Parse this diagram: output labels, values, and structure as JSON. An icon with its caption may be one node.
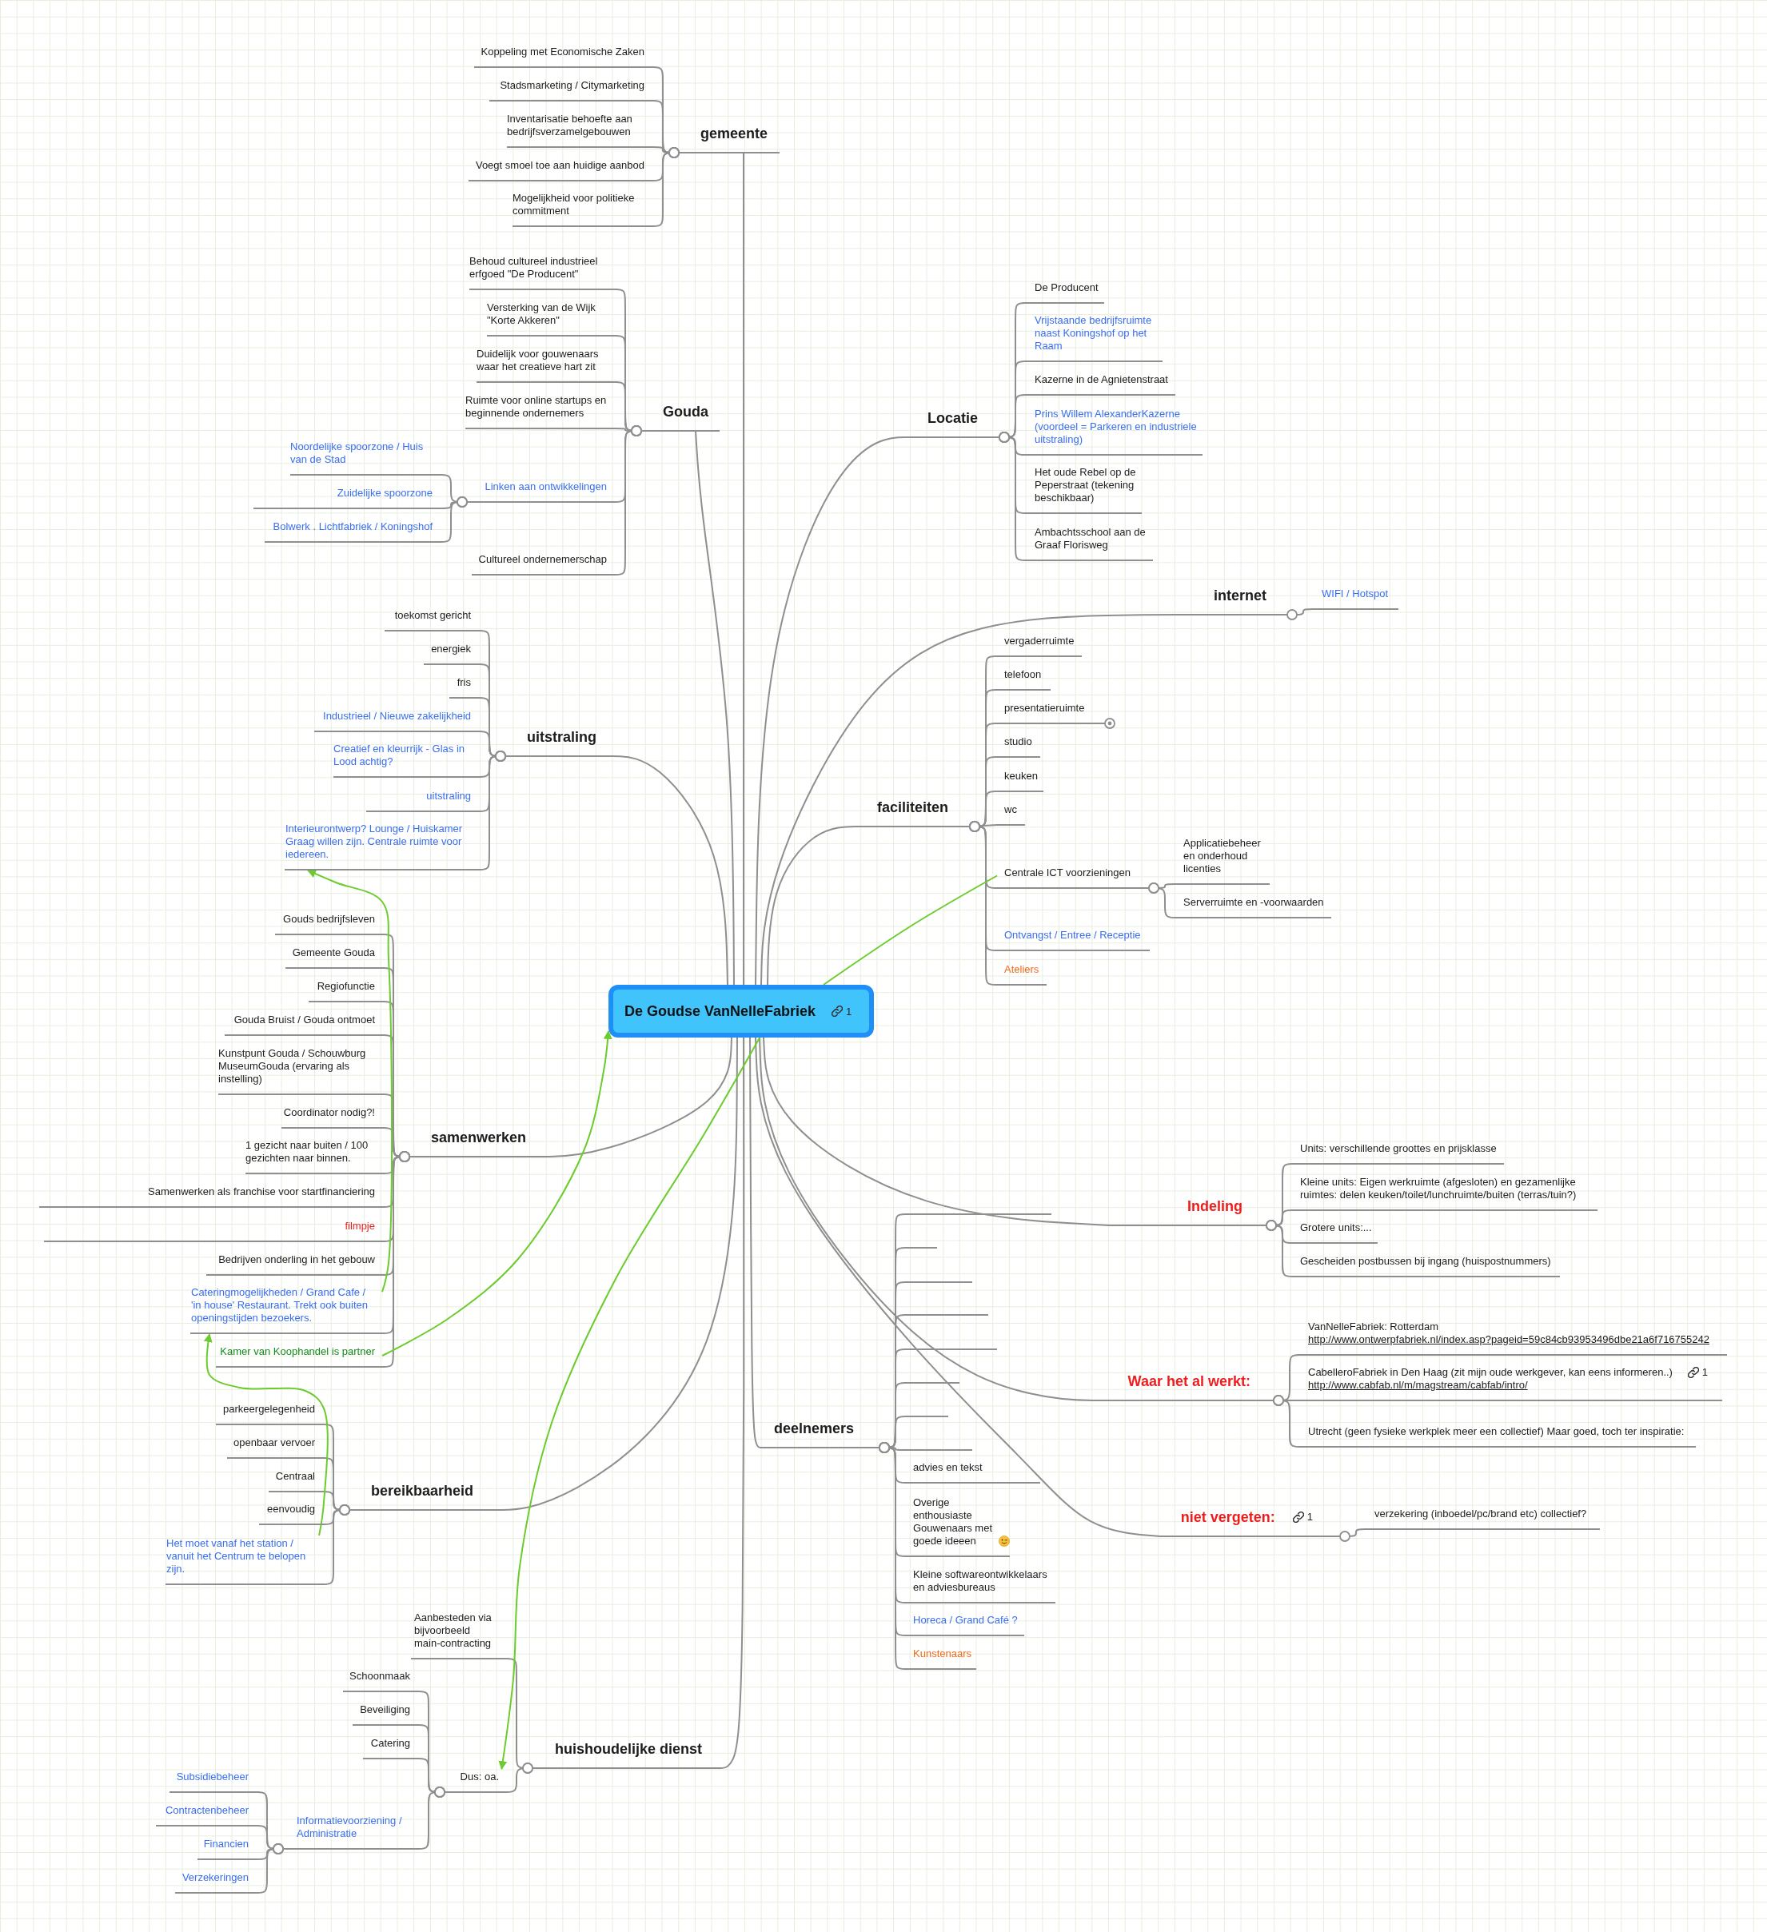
{
  "diagram": {
    "nodes": [
      {
        "text": [
          "De Goudse VanNelleFabriek",
          "1"
        ]
      },
      {
        "text": [
          "gemeente"
        ]
      },
      {
        "text": [
          "Koppeling met Economische Zaken"
        ]
      },
      {
        "text": [
          "Stadsmarketing / Citymarketing"
        ]
      },
      {
        "text": [
          "Inventarisatie behoefte aan bedrijfsverzamelgebouwen"
        ]
      },
      {
        "text": [
          "Voegt smoel toe aan huidige aanbod"
        ]
      },
      {
        "text": [
          "Mogelijkheid voor politieke commitment"
        ]
      },
      {
        "text": [
          "Gouda"
        ]
      },
      {
        "text": [
          "Behoud cultureel industrieel erfgoed \"De Producent\""
        ]
      },
      {
        "text": [
          "Versterking van de Wijk \"Korte Akkeren\""
        ]
      },
      {
        "text": [
          "Duidelijk voor gouwenaars waar het creatieve hart zit"
        ]
      },
      {
        "text": [
          "Ruimte voor online startups en beginnende ondernemers"
        ]
      },
      {
        "text": [
          "Linken aan ontwikkelingen"
        ]
      },
      {
        "text": [
          "Noordelijke spoorzone / Huis van de Stad"
        ]
      },
      {
        "text": [
          "Zuidelijke spoorzone"
        ]
      },
      {
        "text": [
          "Bolwerk . Lichtfabriek / Koningshof"
        ]
      },
      {
        "text": [
          "Cultureel ondernemerschap"
        ]
      },
      {
        "text": [
          "uitstraling"
        ]
      },
      {
        "text": [
          "toekomst gericht"
        ]
      },
      {
        "text": [
          "energiek"
        ]
      },
      {
        "text": [
          "fris"
        ]
      },
      {
        "text": [
          "Industrieel / Nieuwe zakelijkheid"
        ]
      },
      {
        "text": [
          "Creatief en kleurrijk - Glas in Lood achtig?"
        ]
      },
      {
        "text": [
          "uitstraling"
        ]
      },
      {
        "text": [
          "Interieurontwerp? Lounge / Huiskamer Graag willen zijn. Centrale ruimte voor iedereen."
        ]
      },
      {
        "text": [
          "samenwerken"
        ]
      },
      {
        "text": [
          "Gouds bedrijfsleven"
        ]
      },
      {
        "text": [
          "Gemeente Gouda"
        ]
      },
      {
        "text": [
          "Regiofunctie"
        ]
      },
      {
        "text": [
          "Gouda Bruist / Gouda ontmoet"
        ]
      },
      {
        "text": [
          "Kunstpunt Gouda / Schouwburg MuseumGouda (ervaring als instelling)"
        ]
      },
      {
        "text": [
          "Coordinator nodig?!"
        ]
      },
      {
        "text": [
          "1 gezicht naar buiten / 100 gezichten naar binnen."
        ]
      },
      {
        "text": [
          "Samenwerken als franchise voor startfinanciering"
        ]
      },
      {
        "text": [
          "filmpje"
        ]
      },
      {
        "text": [
          "Bedrijven onderling in het gebouw"
        ]
      },
      {
        "text": [
          "Cateringmogelijkheden / Grand Cafe / 'in house' Restaurant. Trekt ook buiten openingstijden bezoekers."
        ]
      },
      {
        "text": [
          "Kamer van Koophandel is partner"
        ]
      },
      {
        "text": [
          "bereikbaarheid"
        ]
      },
      {
        "text": [
          "parkeergelegenheid"
        ]
      },
      {
        "text": [
          "openbaar vervoer"
        ]
      },
      {
        "text": [
          "Centraal"
        ]
      },
      {
        "text": [
          "eenvoudig"
        ]
      },
      {
        "text": [
          "Het moet vanaf het station / vanuit het Centrum te belopen zijn."
        ]
      },
      {
        "text": [
          "huishoudelijke dienst"
        ]
      },
      {
        "text": [
          "Aanbesteden via bijvoorbeeld main-contracting"
        ]
      },
      {
        "text": [
          "Dus: oa."
        ]
      },
      {
        "text": [
          "Schoonmaak"
        ]
      },
      {
        "text": [
          "Beveiliging"
        ]
      },
      {
        "text": [
          "Catering"
        ]
      },
      {
        "text": [
          "Informatievoorziening / Administratie"
        ]
      },
      {
        "text": [
          "Subsidiebeheer"
        ]
      },
      {
        "text": [
          "Contractenbeheer"
        ]
      },
      {
        "text": [
          "Financien"
        ]
      },
      {
        "text": [
          "Verzekeringen"
        ]
      },
      {
        "text": [
          "Locatie"
        ]
      },
      {
        "text": [
          "De Producent"
        ]
      },
      {
        "text": [
          "Vrijstaande bedrijfsruimte naast Koningshof op het Raam"
        ]
      },
      {
        "text": [
          "Kazerne in de Agnietenstraat"
        ]
      },
      {
        "text": [
          "Prins Willem AlexanderKazerne (voordeel = Parkeren en industriele uitstraling)"
        ]
      },
      {
        "text": [
          "Het oude Rebel op de Peperstraat (tekening beschikbaar)"
        ]
      },
      {
        "text": [
          "Ambachtsschool aan de Graaf Florisweg"
        ]
      },
      {
        "text": [
          "internet"
        ]
      },
      {
        "text": [
          "WIFI / Hotspot"
        ]
      },
      {
        "text": [
          "faciliteiten"
        ]
      },
      {
        "text": [
          "vergaderruimte"
        ]
      },
      {
        "text": [
          "telefoon"
        ]
      },
      {
        "text": [
          "presentatieruimte"
        ]
      },
      {
        "text": [
          "studio"
        ]
      },
      {
        "text": [
          "keuken"
        ]
      },
      {
        "text": [
          "wc"
        ]
      },
      {
        "text": [
          "Centrale ICT voorzieningen"
        ]
      },
      {
        "text": [
          "Applicatiebeheer en onderhoud licenties"
        ]
      },
      {
        "text": [
          "Serverruimte en -voorwaarden"
        ]
      },
      {
        "text": [
          "Ontvangst / Entree / Receptie"
        ]
      },
      {
        "text": [
          "Ateliers"
        ]
      },
      {
        "text": [
          "Indeling"
        ]
      },
      {
        "text": [
          "Units: verschillende groottes en prijsklasse"
        ]
      },
      {
        "text": [
          "Kleine units: Eigen werkruimte (afgesloten) en gezamenlijke ruimtes: delen keuken/toilet/lunchruimte/buiten (terras/tuin?)"
        ]
      },
      {
        "text": [
          "Grotere units:..."
        ]
      },
      {
        "text": [
          "Gescheiden postbussen bij ingang (huispostnummers)"
        ]
      },
      {
        "text": [
          "Waar het al werkt:"
        ]
      },
      {
        "text": [
          "VanNelleFabriek: Rotterdam",
          "http://www.ontwerpfabriek.nl/index.asp?pageid=59c84cb93953496dbe21a6f716755242"
        ]
      },
      {
        "text": [
          "CabelleroFabriek in Den Haag (zit mijn oude werkgever, kan eens informeren..)",
          "http://www.cabfab.nl/m/magstream/cabfab/intro/",
          "1"
        ]
      },
      {
        "text": [
          "Utrecht (geen fysieke werkplek meer een collectief) Maar goed, toch ter inspiratie:"
        ]
      },
      {
        "text": [
          "niet vergeten:",
          "1"
        ]
      },
      {
        "text": [
          "verzekering (inboedel/pc/brand etc) collectief?"
        ]
      },
      {
        "text": [
          "deelnemers"
        ]
      },
      {
        "text": [],
        "shape": "line"
      },
      {
        "text": [],
        "shape": "line"
      },
      {
        "text": [],
        "shape": "line"
      },
      {
        "text": [],
        "shape": "line"
      },
      {
        "text": [],
        "shape": "line"
      },
      {
        "text": [],
        "shape": "line"
      },
      {
        "text": [],
        "shape": "line"
      },
      {
        "text": [],
        "shape": "line"
      },
      {
        "text": [
          "advies en tekst"
        ]
      },
      {
        "text": [
          "Overige enthousiaste Gouwenaars met goede ideeen"
        ]
      },
      {
        "text": [
          "Kleine softwareontwikkelaars en adviesbureaus"
        ]
      },
      {
        "text": [
          "Horeca / Grand Café ?"
        ]
      },
      {
        "text": [
          "Kunstenaars"
        ]
      }
    ],
    "edges": [
      {
        "from": 0,
        "to": 1,
        "arrow": "none"
      },
      {
        "from": 1,
        "to": 2,
        "arrow": "other"
      },
      {
        "from": 1,
        "to": 3,
        "arrow": "other"
      },
      {
        "from": 1,
        "to": 4,
        "arrow": "other"
      },
      {
        "from": 1,
        "to": 5,
        "arrow": "other"
      },
      {
        "from": 1,
        "to": 6,
        "arrow": "other"
      },
      {
        "from": 0,
        "to": 7,
        "arrow": "none"
      },
      {
        "from": 7,
        "to": 8,
        "arrow": "other"
      },
      {
        "from": 7,
        "to": 9,
        "arrow": "other"
      },
      {
        "from": 7,
        "to": 10,
        "arrow": "other"
      },
      {
        "from": 7,
        "to": 11,
        "arrow": "other"
      },
      {
        "from": 7,
        "to": 12,
        "arrow": "other"
      },
      {
        "from": 12,
        "to": 13,
        "arrow": "other"
      },
      {
        "from": 12,
        "to": 14,
        "arrow": "other"
      },
      {
        "from": 12,
        "to": 15,
        "arrow": "other"
      },
      {
        "from": 7,
        "to": 16,
        "arrow": "other"
      },
      {
        "from": 0,
        "to": 17,
        "arrow": "none"
      },
      {
        "from": 17,
        "to": 18,
        "arrow": "other"
      },
      {
        "from": 17,
        "to": 19,
        "arrow": "other"
      },
      {
        "from": 17,
        "to": 20,
        "arrow": "other"
      },
      {
        "from": 17,
        "to": 21,
        "arrow": "other"
      },
      {
        "from": 17,
        "to": 22,
        "arrow": "other"
      },
      {
        "from": 17,
        "to": 23,
        "arrow": "other"
      },
      {
        "from": 17,
        "to": 24,
        "arrow": "other"
      },
      {
        "from": 0,
        "to": 25,
        "arrow": "none"
      },
      {
        "from": 25,
        "to": 26,
        "arrow": "other"
      },
      {
        "from": 25,
        "to": 27,
        "arrow": "other"
      },
      {
        "from": 25,
        "to": 28,
        "arrow": "other"
      },
      {
        "from": 25,
        "to": 29,
        "arrow": "other"
      },
      {
        "from": 25,
        "to": 30,
        "arrow": "other"
      },
      {
        "from": 25,
        "to": 31,
        "arrow": "other"
      },
      {
        "from": 25,
        "to": 32,
        "arrow": "other"
      },
      {
        "from": 25,
        "to": 33,
        "arrow": "other"
      },
      {
        "from": 25,
        "to": 34,
        "arrow": "other"
      },
      {
        "from": 25,
        "to": 35,
        "arrow": "other"
      },
      {
        "from": 25,
        "to": 36,
        "arrow": "other"
      },
      {
        "from": 25,
        "to": 37,
        "arrow": "other"
      },
      {
        "from": 0,
        "to": 38,
        "arrow": "none"
      },
      {
        "from": 38,
        "to": 39,
        "arrow": "other"
      },
      {
        "from": 38,
        "to": 40,
        "arrow": "other"
      },
      {
        "from": 38,
        "to": 41,
        "arrow": "other"
      },
      {
        "from": 38,
        "to": 42,
        "arrow": "other"
      },
      {
        "from": 38,
        "to": 43,
        "arrow": "other"
      },
      {
        "from": 0,
        "to": 44,
        "arrow": "none"
      },
      {
        "from": 44,
        "to": 45,
        "arrow": "other"
      },
      {
        "from": 44,
        "to": 46,
        "arrow": "other"
      },
      {
        "from": 46,
        "to": 47,
        "arrow": "other"
      },
      {
        "from": 46,
        "to": 48,
        "arrow": "other"
      },
      {
        "from": 46,
        "to": 49,
        "arrow": "other"
      },
      {
        "from": 46,
        "to": 50,
        "arrow": "other"
      },
      {
        "from": 50,
        "to": 51,
        "arrow": "other"
      },
      {
        "from": 50,
        "to": 52,
        "arrow": "other"
      },
      {
        "from": 50,
        "to": 53,
        "arrow": "other"
      },
      {
        "from": 50,
        "to": 54,
        "arrow": "other"
      },
      {
        "from": 0,
        "to": 55,
        "arrow": "none"
      },
      {
        "from": 55,
        "to": 56,
        "arrow": "other"
      },
      {
        "from": 55,
        "to": 57,
        "arrow": "other"
      },
      {
        "from": 55,
        "to": 58,
        "arrow": "other"
      },
      {
        "from": 55,
        "to": 59,
        "arrow": "other"
      },
      {
        "from": 55,
        "to": 60,
        "arrow": "other"
      },
      {
        "from": 55,
        "to": 61,
        "arrow": "other"
      },
      {
        "from": 0,
        "to": 62,
        "arrow": "none"
      },
      {
        "from": 62,
        "to": 63,
        "arrow": "other"
      },
      {
        "from": 0,
        "to": 64,
        "arrow": "none"
      },
      {
        "from": 64,
        "to": 65,
        "arrow": "other"
      },
      {
        "from": 64,
        "to": 66,
        "arrow": "other"
      },
      {
        "from": 64,
        "to": 67,
        "arrow": "other"
      },
      {
        "from": 64,
        "to": 68,
        "arrow": "other"
      },
      {
        "from": 64,
        "to": 69,
        "arrow": "other"
      },
      {
        "from": 64,
        "to": 70,
        "arrow": "other"
      },
      {
        "from": 64,
        "to": 71,
        "arrow": "other"
      },
      {
        "from": 71,
        "to": 72,
        "arrow": "other"
      },
      {
        "from": 71,
        "to": 73,
        "arrow": "other"
      },
      {
        "from": 64,
        "to": 74,
        "arrow": "other"
      },
      {
        "from": 64,
        "to": 75,
        "arrow": "other"
      },
      {
        "from": 0,
        "to": 76,
        "arrow": "none"
      },
      {
        "from": 76,
        "to": 77,
        "arrow": "other"
      },
      {
        "from": 76,
        "to": 78,
        "arrow": "other"
      },
      {
        "from": 76,
        "to": 79,
        "arrow": "other"
      },
      {
        "from": 76,
        "to": 80,
        "arrow": "other"
      },
      {
        "from": 0,
        "to": 81,
        "arrow": "none"
      },
      {
        "from": 81,
        "to": 82,
        "arrow": "other"
      },
      {
        "from": 81,
        "to": 83,
        "arrow": "other"
      },
      {
        "from": 81,
        "to": 84,
        "arrow": "other"
      },
      {
        "from": 0,
        "to": 85,
        "arrow": "none"
      },
      {
        "from": 85,
        "to": 86,
        "arrow": "other"
      },
      {
        "from": 0,
        "to": 87,
        "arrow": "none"
      },
      {
        "from": 87,
        "to": 88,
        "arrow": "other"
      },
      {
        "from": 87,
        "to": 89,
        "arrow": "other"
      },
      {
        "from": 87,
        "to": 90,
        "arrow": "other"
      },
      {
        "from": 87,
        "to": 91,
        "arrow": "other"
      },
      {
        "from": 87,
        "to": 92,
        "arrow": "other"
      },
      {
        "from": 87,
        "to": 93,
        "arrow": "other"
      },
      {
        "from": 87,
        "to": 94,
        "arrow": "other"
      },
      {
        "from": 87,
        "to": 95,
        "arrow": "other"
      },
      {
        "from": 87,
        "to": 96,
        "arrow": "other"
      },
      {
        "from": 87,
        "to": 97,
        "arrow": "other"
      },
      {
        "from": 87,
        "to": 98,
        "arrow": "other"
      },
      {
        "from": 87,
        "to": 99,
        "arrow": "other"
      },
      {
        "from": 87,
        "to": 100,
        "arrow": "other"
      },
      {
        "from": 0,
        "to": 71,
        "arrow": "none",
        "color": "#6ccb2d"
      },
      {
        "from": 36,
        "to": 24,
        "arrow": "to",
        "color": "#6ccb2d"
      },
      {
        "from": 43,
        "to": 36,
        "arrow": "to",
        "color": "#6ccb2d"
      },
      {
        "from": 37,
        "to": 0,
        "arrow": "to",
        "color": "#6ccb2d"
      },
      {
        "from": 0,
        "to": 46,
        "arrow": "to",
        "color": "#6ccb2d"
      }
    ]
  }
}
